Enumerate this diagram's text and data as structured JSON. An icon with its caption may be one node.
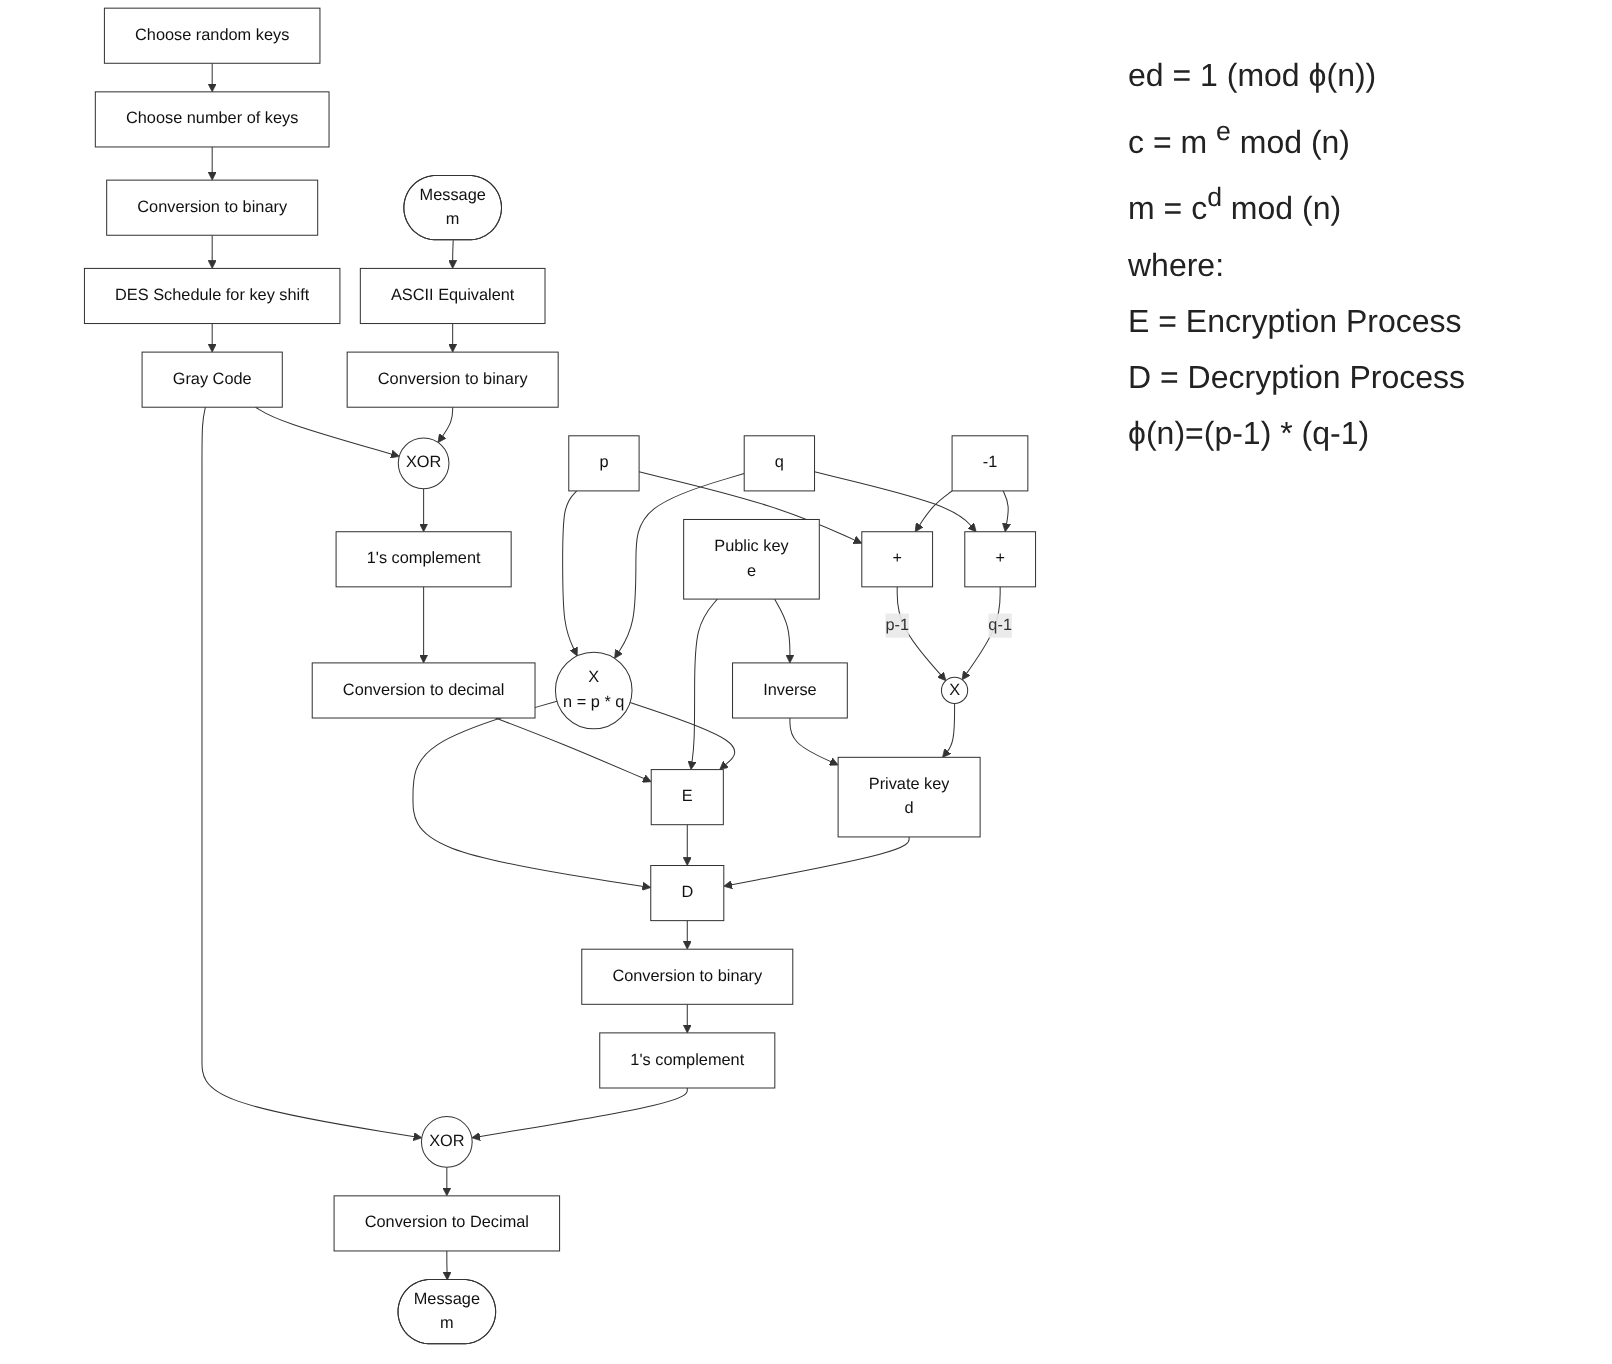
{
  "diagram": {
    "nodes": [
      {
        "text": [
          "Choose random keys"
        ]
      },
      {
        "text": [
          "Choose number of keys"
        ]
      },
      {
        "text": [
          "Conversion to binary"
        ]
      },
      {
        "text": [
          "DES Schedule for key shift"
        ]
      },
      {
        "text": [
          "Gray Code"
        ]
      },
      {
        "text": [
          "Message",
          "m"
        ]
      },
      {
        "text": [
          "ASCII Equivalent"
        ]
      },
      {
        "text": [
          "Conversion to binary"
        ]
      },
      {
        "text": [
          "XOR"
        ]
      },
      {
        "text": [
          "XOR"
        ]
      },
      {
        "text": [
          "Conversion to Decimal"
        ]
      },
      {
        "text": [
          "Message",
          "m"
        ]
      },
      {
        "text": [
          "1's complement"
        ]
      },
      {
        "text": [
          "Public key",
          "e"
        ]
      },
      {
        "text": [
          "Inverse"
        ]
      },
      {
        "text": [
          "Private key",
          "d"
        ]
      },
      {
        "text": [
          "Conversion to decimal"
        ]
      },
      {
        "text": [
          "E"
        ]
      },
      {
        "text": [
          "D"
        ]
      },
      {
        "text": [
          "Conversion to binary"
        ]
      },
      {
        "text": [
          "1's complement"
        ]
      },
      {
        "text": [
          "X",
          "n = p * q"
        ]
      },
      {
        "text": [
          "p"
        ]
      },
      {
        "text": [
          "q"
        ]
      },
      {
        "text": [
          "-1"
        ]
      },
      {
        "text": [
          "+"
        ]
      },
      {
        "text": [
          "X"
        ]
      },
      {
        "text": [
          "+"
        ]
      }
    ],
    "edges": [
      {
        "from": 22,
        "to": 25,
        "arrow": "to"
      },
      {
        "from": 22,
        "to": 21,
        "arrow": "to"
      },
      {
        "from": 23,
        "to": 21,
        "arrow": "to"
      },
      {
        "from": 23,
        "to": 27,
        "arrow": "to"
      },
      {
        "from": 24,
        "to": 25,
        "arrow": "to"
      },
      {
        "from": 24,
        "to": 27,
        "arrow": "to"
      },
      {
        "from": 0,
        "to": 1,
        "arrow": "to"
      },
      {
        "from": 1,
        "to": 2,
        "arrow": "to"
      },
      {
        "from": 2,
        "to": 3,
        "arrow": "to"
      },
      {
        "from": 3,
        "to": 4,
        "arrow": "to"
      },
      {
        "from": 4,
        "to": 8,
        "arrow": "to"
      },
      {
        "from": 4,
        "to": 9,
        "arrow": "to"
      },
      {
        "from": 5,
        "to": 6,
        "arrow": "to"
      },
      {
        "from": 6,
        "to": 7,
        "arrow": "to"
      },
      {
        "from": 7,
        "to": 8,
        "arrow": "to"
      },
      {
        "from": 8,
        "to": 12,
        "arrow": "to"
      },
      {
        "from": 12,
        "to": 16,
        "arrow": "to"
      },
      {
        "from": 16,
        "to": 17,
        "arrow": "to"
      },
      {
        "from": 13,
        "to": 17,
        "arrow": "to"
      },
      {
        "from": 13,
        "to": 14,
        "arrow": "to"
      },
      {
        "from": 14,
        "to": 15,
        "arrow": "to"
      },
      {
        "from": 21,
        "to": 17,
        "arrow": "to"
      },
      {
        "from": 21,
        "to": 18,
        "arrow": "to"
      },
      {
        "from": 17,
        "to": 18,
        "arrow": "to"
      },
      {
        "from": 15,
        "to": 18,
        "arrow": "to"
      },
      {
        "from": 26,
        "to": 15,
        "arrow": "to"
      },
      {
        "from": 18,
        "to": 19,
        "arrow": "to"
      },
      {
        "from": 19,
        "to": 20,
        "arrow": "to"
      },
      {
        "from": 20,
        "to": 9,
        "arrow": "to"
      },
      {
        "from": 9,
        "to": 10,
        "arrow": "to"
      },
      {
        "from": 10,
        "to": 11,
        "arrow": "to"
      },
      {
        "from": 25,
        "to": 26,
        "label": "p-1",
        "arrow": "to"
      },
      {
        "from": 27,
        "to": 26,
        "label": "q-1",
        "arrow": "to"
      }
    ],
    "labels": [
      "ed = 1 (mod ϕ(n))",
      "c = m $^{e}$ mod (n)",
      "m = c$^{d}$ mod (n)",
      "where:",
      "E =  Encryption Process",
      "D = Decryption Process",
      "ϕ(n)=(p-1) * (q-1)"
    ]
  }
}
